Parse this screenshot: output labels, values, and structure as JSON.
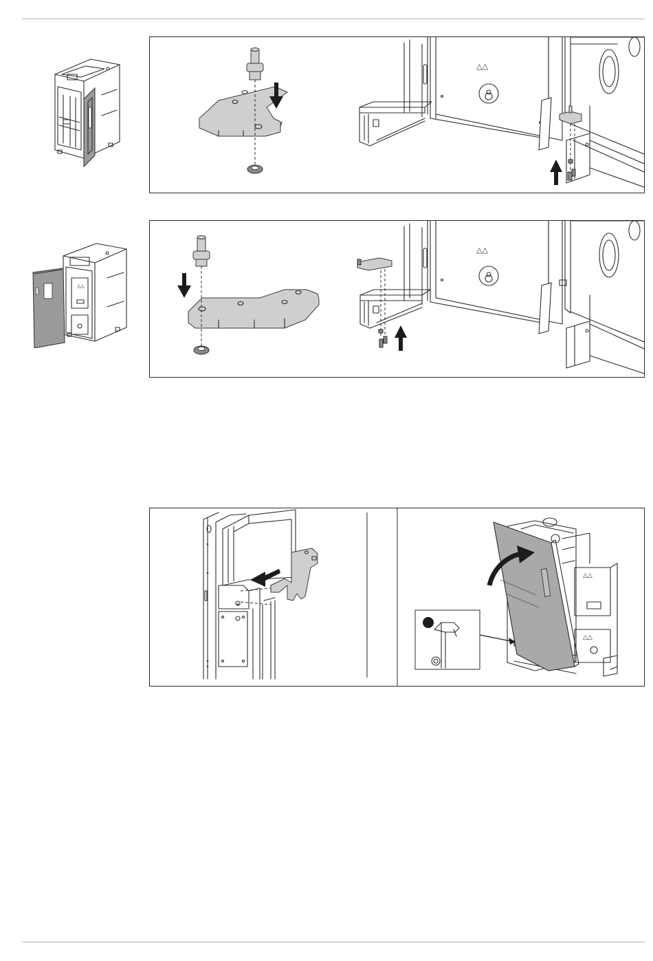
{
  "page": {
    "header_rule": "top-divider",
    "footer_rule": "bottom-divider"
  },
  "figures": [
    {
      "id": "step-1",
      "thumbnail": "boiler-door-open-right",
      "panel": "remove-hinge-bracket-right",
      "arrows": [
        "arrow-down",
        "arrow-up"
      ]
    },
    {
      "id": "step-2",
      "thumbnail": "boiler-door-open-left",
      "panel": "mount-hinge-bracket-left",
      "arrows": [
        "arrow-down",
        "arrow-up"
      ]
    },
    {
      "id": "step-3",
      "panels": [
        "slide-bracket-onto-frame",
        "attach-door"
      ],
      "detail_callout": "hinge-detail",
      "arrows": [
        "arrow-left",
        "arrow-curved"
      ]
    }
  ],
  "colors": {
    "line": "#2b2b2b",
    "part_fill": "#cfcfcf",
    "door_fill": "#a9a9a9",
    "border": "#2a2a2a",
    "rule": "#b5b5b5"
  }
}
